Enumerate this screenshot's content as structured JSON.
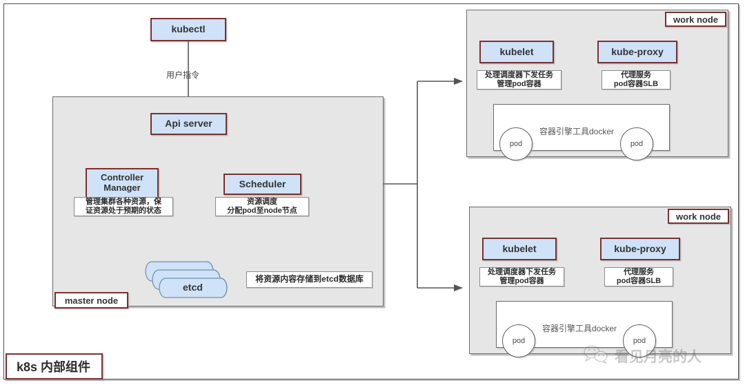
{
  "diagram": {
    "title": "k8s 内部组件",
    "watermark": {
      "text": "看见月亮的人",
      "icon": "wechat-icon"
    },
    "colors": {
      "blue_fill": "#cfe2f7",
      "maroon_border": "#7b2f2f",
      "gray_fill": "#e6e6e6",
      "gray_border": "#6b6b6b",
      "line": "#555555"
    }
  },
  "client": {
    "kubectl_label": "kubectl",
    "edge_label": "用户指令"
  },
  "master_node": {
    "tag": "master node",
    "api_server": {
      "label": "Api server"
    },
    "controller_manager": {
      "label": "Controller Manager",
      "desc_line1": "管理集群各种资源，保",
      "desc_line2": "证资源处于预期的状态"
    },
    "scheduler": {
      "label": "Scheduler",
      "desc_line1": "资源调度",
      "desc_line2": "分配pod至node节点"
    },
    "etcd": {
      "label": "etcd",
      "edge_label": "将资源内容存储到etcd数据库"
    }
  },
  "work_nodes": [
    {
      "tag": "work node",
      "kubelet": {
        "label": "kubelet",
        "desc_line1": "处理调度器下发任务",
        "desc_line2": "管理pod容器"
      },
      "kube_proxy": {
        "label": "kube-proxy",
        "desc_line1": "代理服务",
        "desc_line2": "pod容器SLB"
      },
      "docker": {
        "label": "容器引擎工具docker",
        "pods": [
          "pod",
          "pod"
        ]
      }
    },
    {
      "tag": "work node",
      "kubelet": {
        "label": "kubelet",
        "desc_line1": "处理调度器下发任务",
        "desc_line2": "管理pod容器"
      },
      "kube_proxy": {
        "label": "kube-proxy",
        "desc_line1": "代理服务",
        "desc_line2": "pod容器SLB"
      },
      "docker": {
        "label": "容器引擎工具docker",
        "pods": [
          "pod",
          "pod"
        ]
      }
    }
  ]
}
